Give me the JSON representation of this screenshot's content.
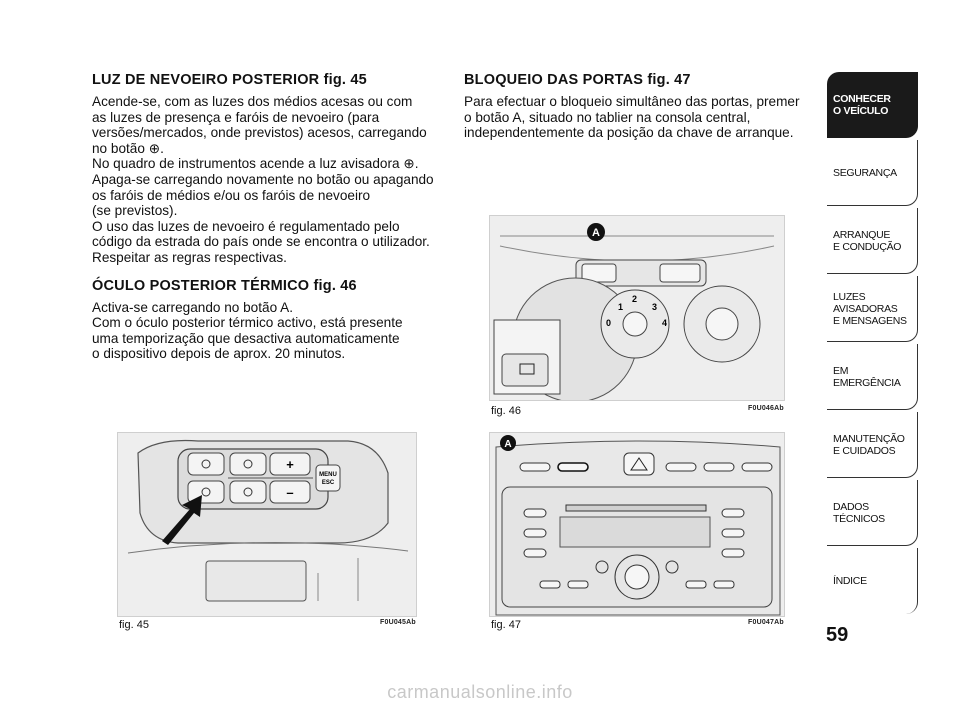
{
  "left": {
    "h1": "LUZ DE NEVOEIRO POSTERIOR fig. 45",
    "p1": "Acende-se, com as luzes dos médios acesas ou com\nas luzes de presença e faróis de nevoeiro (para\nversões/mercados, onde previstos) acesos, carregando\nno botão ⊕.\nNo quadro de instrumentos acende a luz avisadora ⊕.\nApaga-se carregando novamente no botão ou apagando\nos faróis de médios e/ou os faróis de nevoeiro\n(se previstos).\nO uso das luzes de nevoeiro é regulamentado pelo\ncódigo da estrada do país onde se encontra o utilizador.\nRespeitar as regras respectivas.",
    "h2": "ÓCULO POSTERIOR TÉRMICO fig. 46",
    "p2": "Activa-se carregando no botão A.\nCom o óculo posterior térmico activo, está presente\numa temporização que desactiva automaticamente\no dispositivo depois de aprox. 20 minutos."
  },
  "right": {
    "h1": "BLOQUEIO DAS PORTAS fig. 47",
    "p1": "Para efectuar o bloqueio simultâneo das portas, premer\no botão A, situado no tablier na consola central,\nindependentemente da posição da chave de arranque."
  },
  "figures": {
    "fig45": {
      "label": "fig. 45",
      "code": "F0U045Ab",
      "menu_text": "MENU",
      "esc_text": "ESC",
      "plus": "+",
      "minus": "–"
    },
    "fig46": {
      "label": "fig. 46",
      "code": "F0U046Ab",
      "marker": "A",
      "n0": "0",
      "n1": "1",
      "n2": "2",
      "n3": "3",
      "n4": "4"
    },
    "fig47": {
      "label": "fig. 47",
      "code": "F0U047Ab",
      "marker": "A"
    }
  },
  "page_number": "59",
  "tabs": [
    "CONHECER\nO VEÍCULO",
    "SEGURANÇA",
    "ARRANQUE\nE CONDUÇÃO",
    "LUZES\nAVISADORAS\nE MENSAGENS",
    "EM EMERGÊNCIA",
    "MANUTENÇÃO\nE CUIDADOS",
    "DADOS\nTÉCNICOS",
    "ÍNDICE"
  ],
  "watermark": "carmanualsonline.info"
}
